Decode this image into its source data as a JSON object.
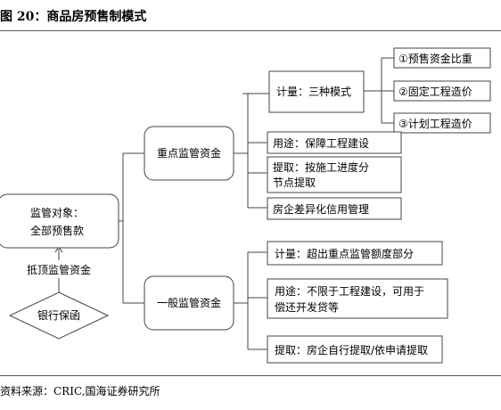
{
  "title": "图 20：商品房预售制模式",
  "source": "资料来源：CRIC,国海证券研究所",
  "nodes": {
    "supervision_object": [
      "监管对象：",
      "全部预售款"
    ],
    "floor_fund": "抵顶监管资金",
    "bank_guarantee": "银行保函",
    "key_fund": "重点监管资金",
    "general_fund": "一般监管资金",
    "measure_three": "计量：三种模式",
    "mode_1": "①预售资金比重",
    "mode_2": "②固定工程造价",
    "mode_3": "③计划工程造价",
    "use_construction": "用途：保障工程建设",
    "withdraw_progress": [
      "提取：按施工进度分",
      "节点提取"
    ],
    "credit_management": "房企差异化信用管理",
    "measure_excess": "计量：超出重点监管额度部分",
    "use_unlimited": [
      "用途：不限于工程建设，可用于",
      "偿还开发贷等"
    ],
    "withdraw_self": "提取：房企自行提取/依申请提取"
  }
}
